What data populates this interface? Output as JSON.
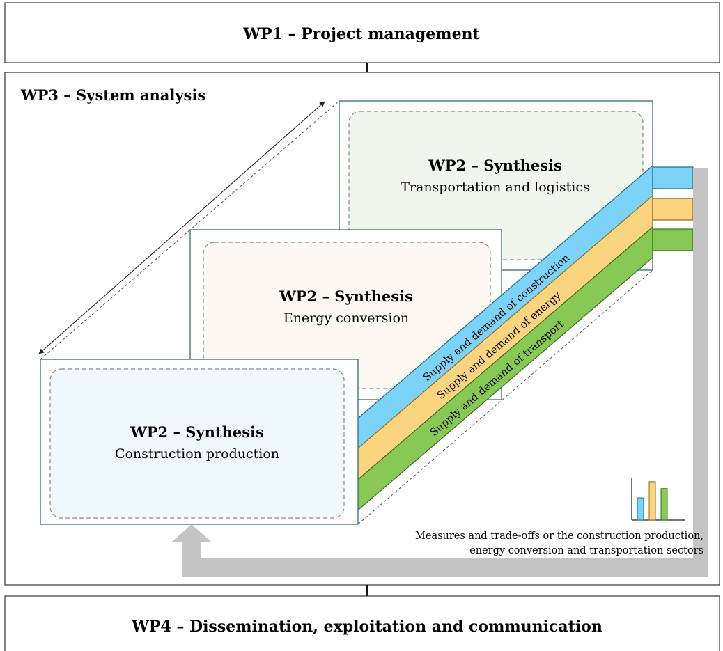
{
  "wp1": {
    "title": "WP1 – Project management"
  },
  "wp3": {
    "title": "WP3 – System analysis"
  },
  "wp4": {
    "title": "WP4 – Dissemination, exploitation and communication"
  },
  "cards": {
    "transport": {
      "title": "WP2 – Synthesis",
      "subtitle": "Transportation and logistics",
      "fill": "#f1f6ec"
    },
    "energy": {
      "title": "WP2 – Synthesis",
      "subtitle": "Energy conversion",
      "fill": "#fdf8f2"
    },
    "construction": {
      "title": "WP2 – Synthesis",
      "subtitle": "Construction production",
      "fill": "#eef8fd"
    }
  },
  "bands": {
    "construction": {
      "label": "Supply and demand of construction",
      "color": "#7cd3f7"
    },
    "energy": {
      "label": "Supply and demand of energy",
      "color": "#fbd47f"
    },
    "transport": {
      "label": "Supply and demand of transport",
      "color": "#88c855"
    }
  },
  "mini_chart": {
    "values": [
      0.55,
      0.95,
      0.78
    ]
  },
  "caption": {
    "line1": "Measures and trade-offs or the construction production,",
    "line2": "energy conversion and transportation sectors"
  }
}
